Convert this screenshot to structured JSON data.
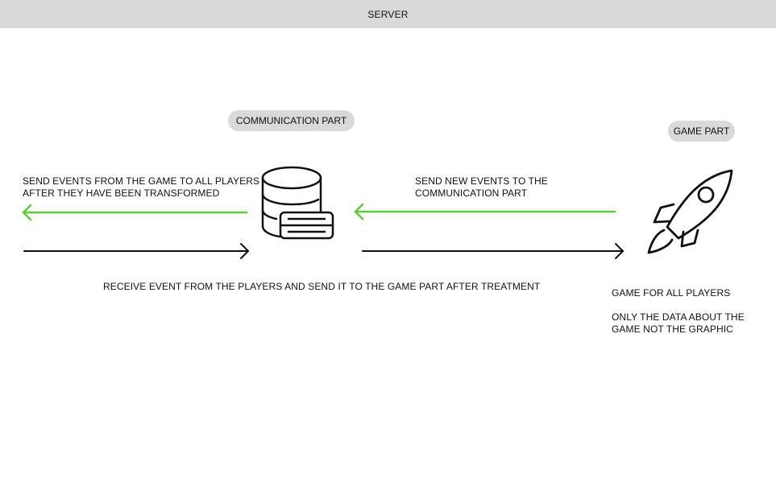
{
  "header": {
    "title": "SERVER"
  },
  "nodes": {
    "communication": {
      "label": "COMMUNICATION PART",
      "icon": "database-server-icon"
    },
    "game": {
      "label": "GAME PART",
      "icon": "rocket-icon"
    }
  },
  "edges": {
    "send_events_to_players": {
      "lines": [
        "SEND EVENTS FROM THE GAME TO ALL PLAYERS",
        "AFTER THEY HAVE BEEN TRANSFORMED"
      ],
      "color": "#5ccc3c"
    },
    "send_new_events_to_comm": {
      "lines": [
        "SEND NEW EVENTS TO THE",
        "COMMUNICATION PART"
      ],
      "color": "#5ccc3c"
    },
    "receive_from_players": {
      "text": "RECEIVE EVENT FROM THE PLAYERS AND SEND IT TO THE GAME PART AFTER TREATMENT",
      "color": "#111111"
    }
  },
  "notes": {
    "game_for_all": "GAME FOR ALL PLAYERS",
    "data_only": [
      "ONLY THE DATA ABOUT THE",
      "GAME NOT THE GRAPHIC"
    ]
  }
}
